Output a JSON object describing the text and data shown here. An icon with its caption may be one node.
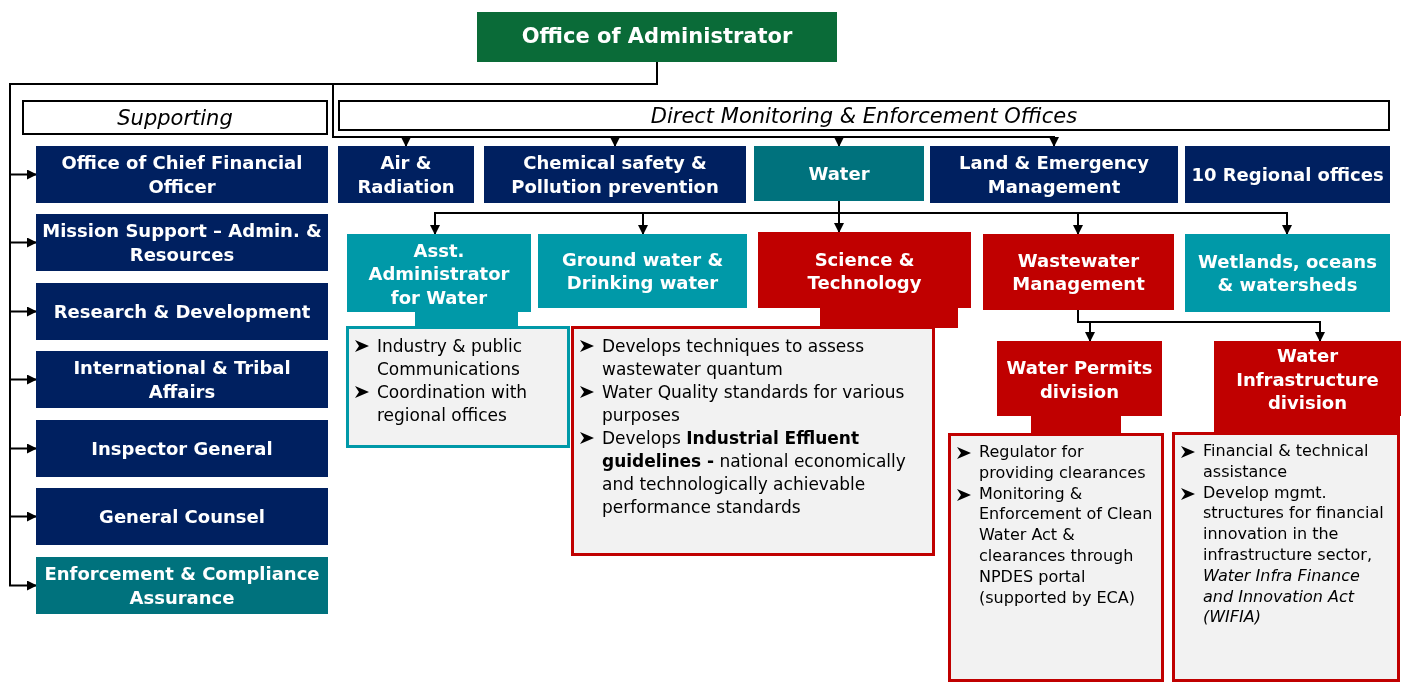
{
  "diagram": {
    "nodes": [
      {
        "text": [
          "Office of Administrator"
        ]
      },
      {
        "text": [
          "Supporting"
        ]
      },
      {
        "text": [
          "Direct Monitoring & Enforcement Offices"
        ]
      },
      {
        "text": [
          "Office of Chief Financial Officer"
        ]
      },
      {
        "text": [
          "Mission Support – Admin. & Resources"
        ]
      },
      {
        "text": [
          "Research & Development"
        ]
      },
      {
        "text": [
          "International & Tribal Affairs"
        ]
      },
      {
        "text": [
          "Inspector General"
        ]
      },
      {
        "text": [
          "General Counsel"
        ]
      },
      {
        "text": [
          "Enforcement & Compliance Assurance"
        ]
      },
      {
        "text": [
          "Air & Radiation"
        ]
      },
      {
        "text": [
          "Chemical safety & Pollution prevention"
        ]
      },
      {
        "text": [
          "Water"
        ]
      },
      {
        "text": [
          "Land & Emergency Management"
        ]
      },
      {
        "text": [
          "10 Regional offices"
        ]
      },
      {
        "text": [
          "Asst. Administrator for Water"
        ]
      },
      {
        "text": [
          "Ground water & Drinking water"
        ]
      },
      {
        "text": [
          "Science & Technology"
        ]
      },
      {
        "text": [
          "Wastewater Management"
        ]
      },
      {
        "text": [
          "Wetlands, oceans & watersheds"
        ]
      },
      {
        "text": [
          "Industry & public Communications",
          "Coordination with regional offices"
        ]
      },
      {
        "text": [
          "Develops techniques to assess wastewater quantum",
          "Water Quality standards for various purposes",
          "Develops **Industrial Effluent guidelines -** national economically and technologically achievable performance standards"
        ]
      },
      {
        "text": [
          "Water Permits division"
        ]
      },
      {
        "text": [
          "Water Infrastructure division"
        ]
      },
      {
        "text": [
          "Regulator for providing clearances",
          "Monitoring & Enforcement of Clean Water Act & clearances through NPDES portal (supported by ECA)"
        ]
      },
      {
        "text": [
          "Financial & technical assistance",
          "Develop mgmt. structures for financial innovation in the infrastructure sector, *Water Infra Finance and Innovation Act (WIFIA)*"
        ]
      }
    ],
    "edges": [
      {
        "from": 0,
        "to": 3,
        "arrow": "to"
      },
      {
        "from": 0,
        "to": 4,
        "arrow": "to"
      },
      {
        "from": 0,
        "to": 5,
        "arrow": "to"
      },
      {
        "from": 0,
        "to": 6,
        "arrow": "to"
      },
      {
        "from": 0,
        "to": 7,
        "arrow": "to"
      },
      {
        "from": 0,
        "to": 8,
        "arrow": "to"
      },
      {
        "from": 0,
        "to": 9,
        "arrow": "to"
      },
      {
        "from": 0,
        "to": 10,
        "arrow": "to"
      },
      {
        "from": 0,
        "to": 11,
        "arrow": "to"
      },
      {
        "from": 0,
        "to": 12,
        "arrow": "to"
      },
      {
        "from": 0,
        "to": 13,
        "arrow": "to"
      },
      {
        "from": 12,
        "to": 15,
        "arrow": "to"
      },
      {
        "from": 12,
        "to": 16,
        "arrow": "to"
      },
      {
        "from": 12,
        "to": 17,
        "arrow": "to"
      },
      {
        "from": 12,
        "to": 18,
        "arrow": "to"
      },
      {
        "from": 12,
        "to": 19,
        "arrow": "to"
      },
      {
        "from": 18,
        "to": 22,
        "arrow": "to"
      },
      {
        "from": 18,
        "to": 23,
        "arrow": "to"
      }
    ]
  }
}
